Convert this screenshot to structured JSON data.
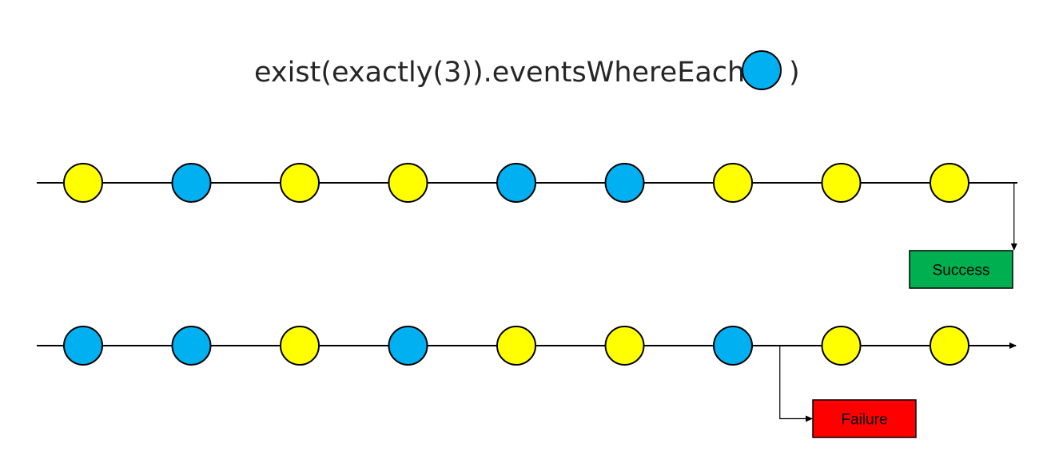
{
  "title": {
    "prefix": "exist(exactly(3)).eventsWhereEach(",
    "suffix": ")",
    "filter_event_color": "blue"
  },
  "colors": {
    "blue": "#00B0F0",
    "yellow": "#FFFF00",
    "line": "#000000",
    "success_fill": "#00B050",
    "failure_fill": "#FF0000"
  },
  "timelines": [
    {
      "name": "top-timeline",
      "events": [
        "yellow",
        "blue",
        "yellow",
        "yellow",
        "blue",
        "blue",
        "yellow",
        "yellow",
        "yellow"
      ],
      "arrow_head": false,
      "result": {
        "type": "success",
        "label": "Success",
        "after_event_index": 8
      }
    },
    {
      "name": "bottom-timeline",
      "events": [
        "blue",
        "blue",
        "yellow",
        "blue",
        "yellow",
        "yellow",
        "blue",
        "yellow",
        "yellow"
      ],
      "arrow_head": true,
      "result": {
        "type": "failure",
        "label": "Failure",
        "after_event_index": 6
      }
    }
  ]
}
